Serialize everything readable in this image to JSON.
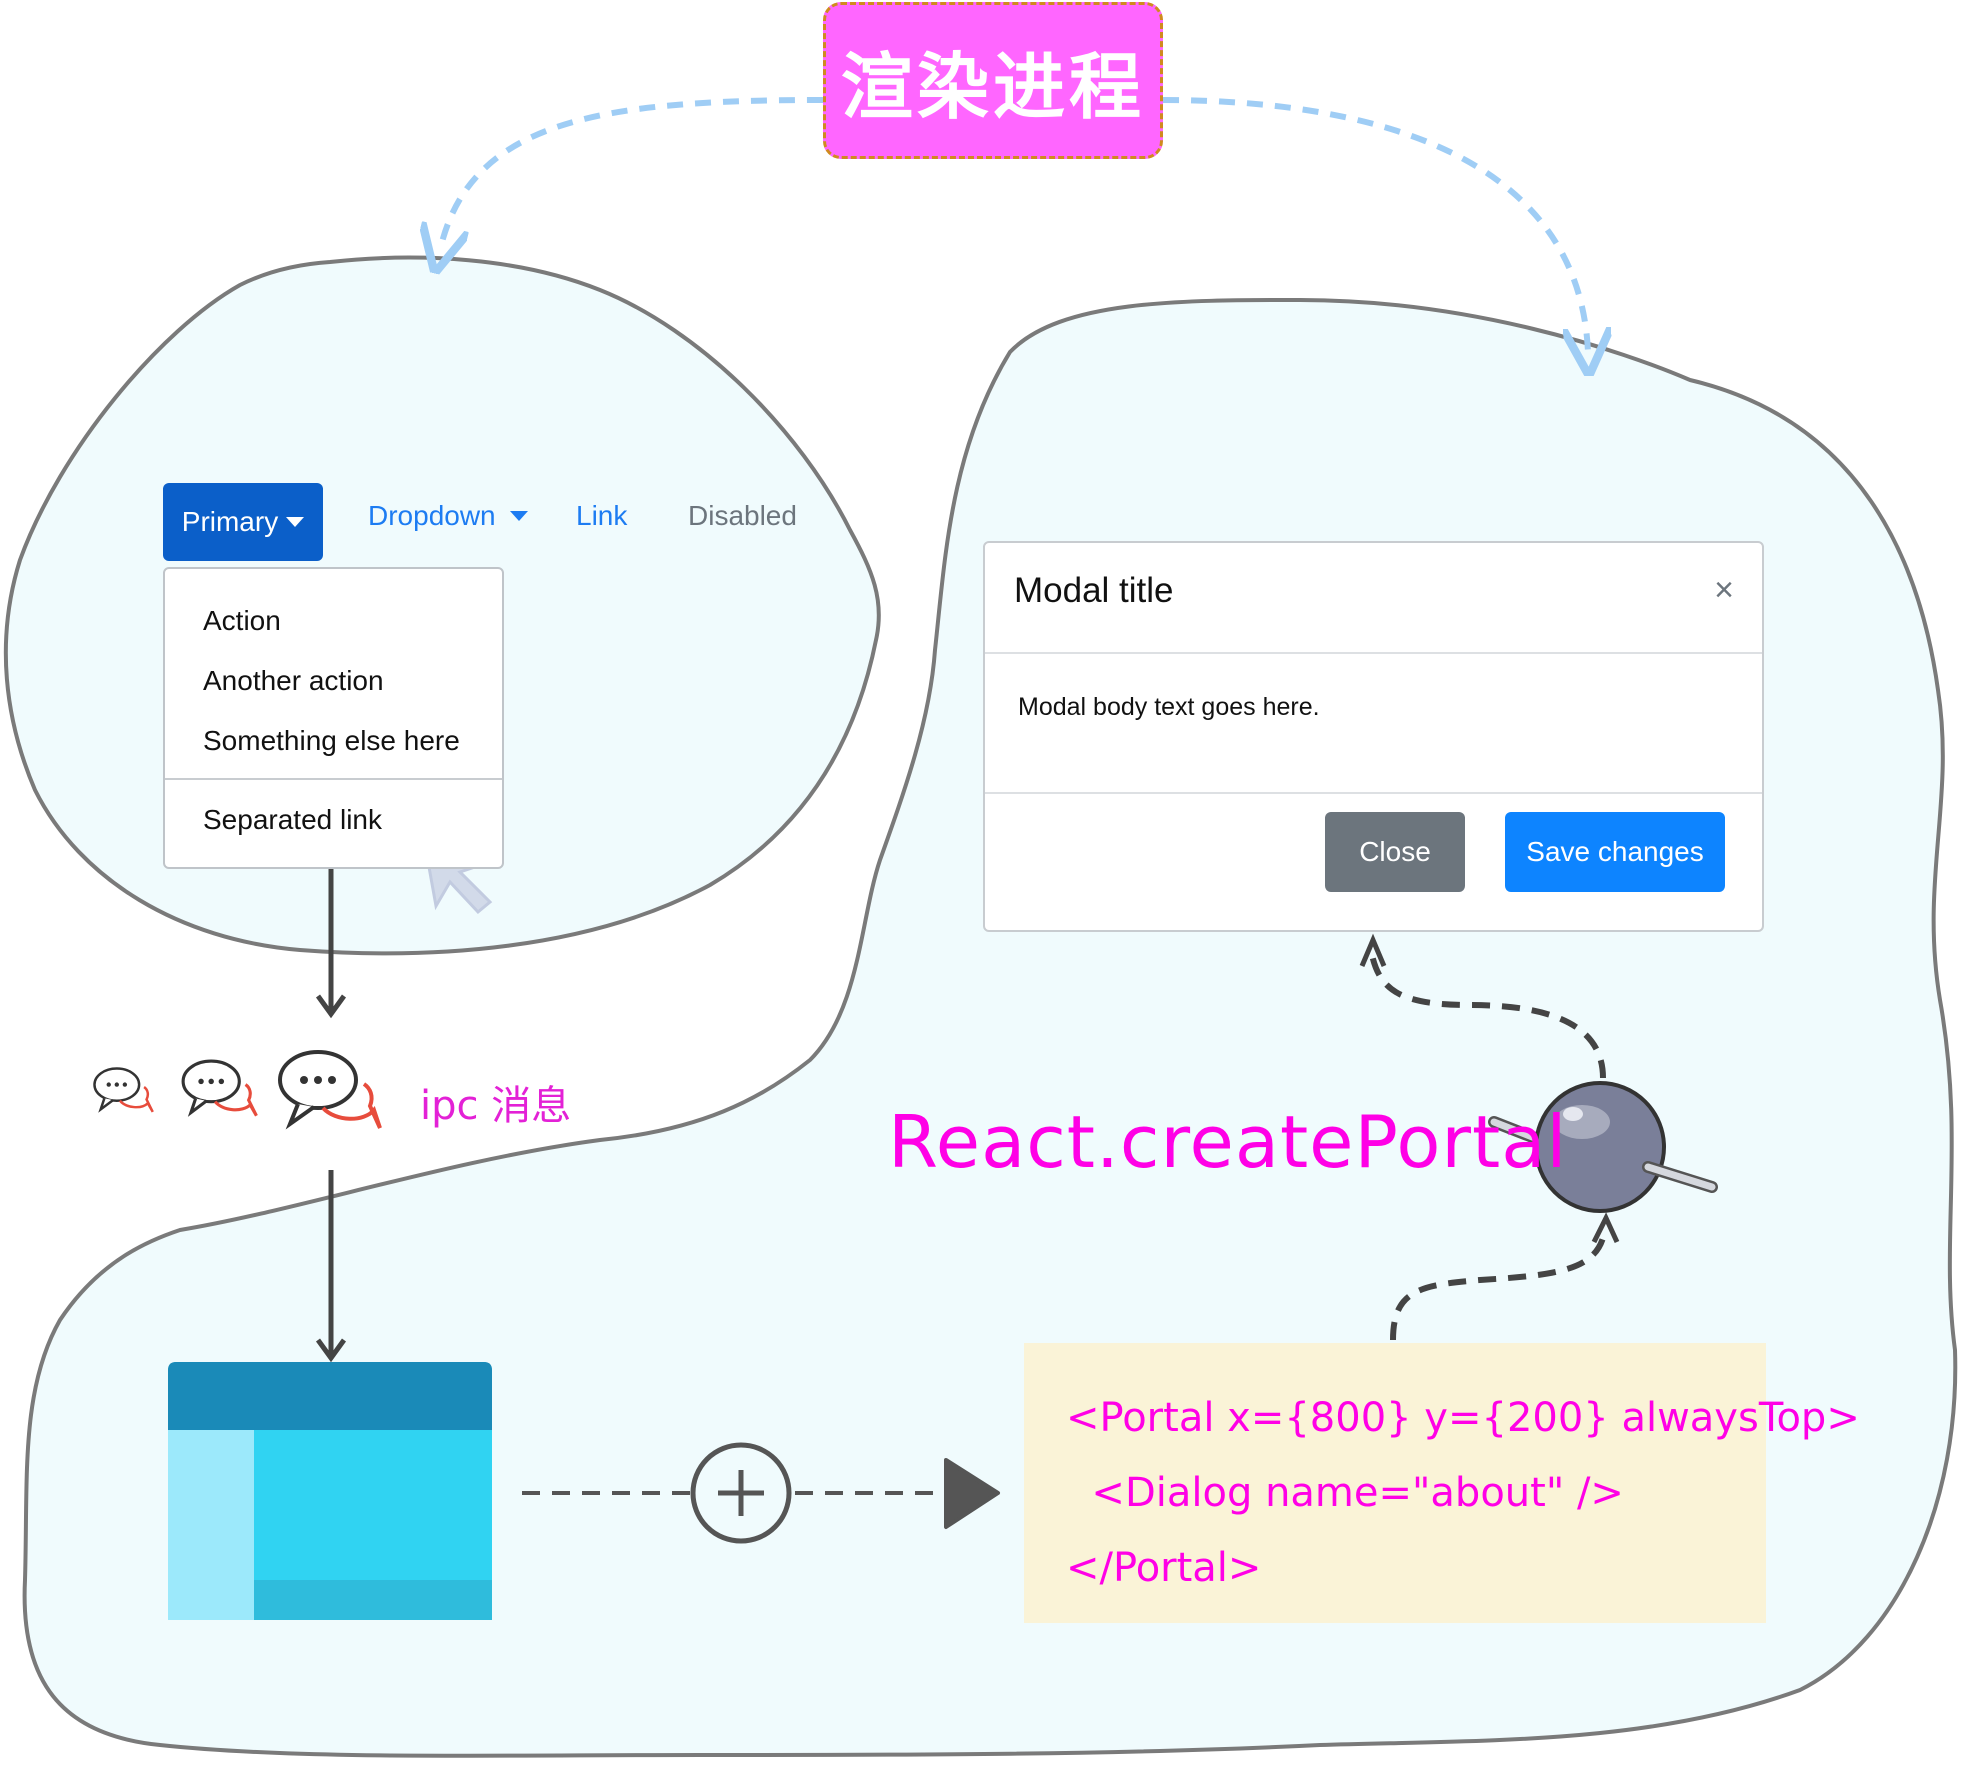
{
  "title": "渲染进程",
  "navbar": {
    "primary": "Primary",
    "dropdown": "Dropdown",
    "link": "Link",
    "disabled": "Disabled"
  },
  "dropdown_menu": {
    "items": [
      "Action",
      "Another action",
      "Something else here"
    ],
    "separated": "Separated link"
  },
  "modal": {
    "title": "Modal title",
    "close_x": "×",
    "body": "Modal body text goes here.",
    "close_button": "Close",
    "save_button": "Save changes"
  },
  "ipc_label": "ipc 消息",
  "portal_label": "React.createPortal",
  "code": {
    "lines": [
      "<Portal x={800} y={200} alwaysTop>",
      "  <Dialog name=\"about\" />",
      "</Portal>"
    ]
  },
  "colors": {
    "blob_fill": "#f0fbfd",
    "blob_stroke": "#7a7a7a",
    "title_fill": "#ff66ff",
    "title_border": "#d08a1e",
    "link_arrow": "#9fcdf5",
    "arrow_dark": "#444444",
    "primary_button": "#0b5fc9",
    "link_text": "#1d7cf2",
    "save_button": "#0d84ff",
    "close_button": "#6c757d",
    "portal_text": "#ff00e6",
    "code_bg": "#faf3d7",
    "window_header": "#1a8ab8",
    "window_body": "#30d3f2",
    "window_side": "#9ce9fb"
  },
  "icons": [
    "chat-bubbles-icon",
    "cursor-click-icon",
    "window-icon",
    "add-circle-icon",
    "play-arrow-icon",
    "portal-sphere-icon"
  ]
}
